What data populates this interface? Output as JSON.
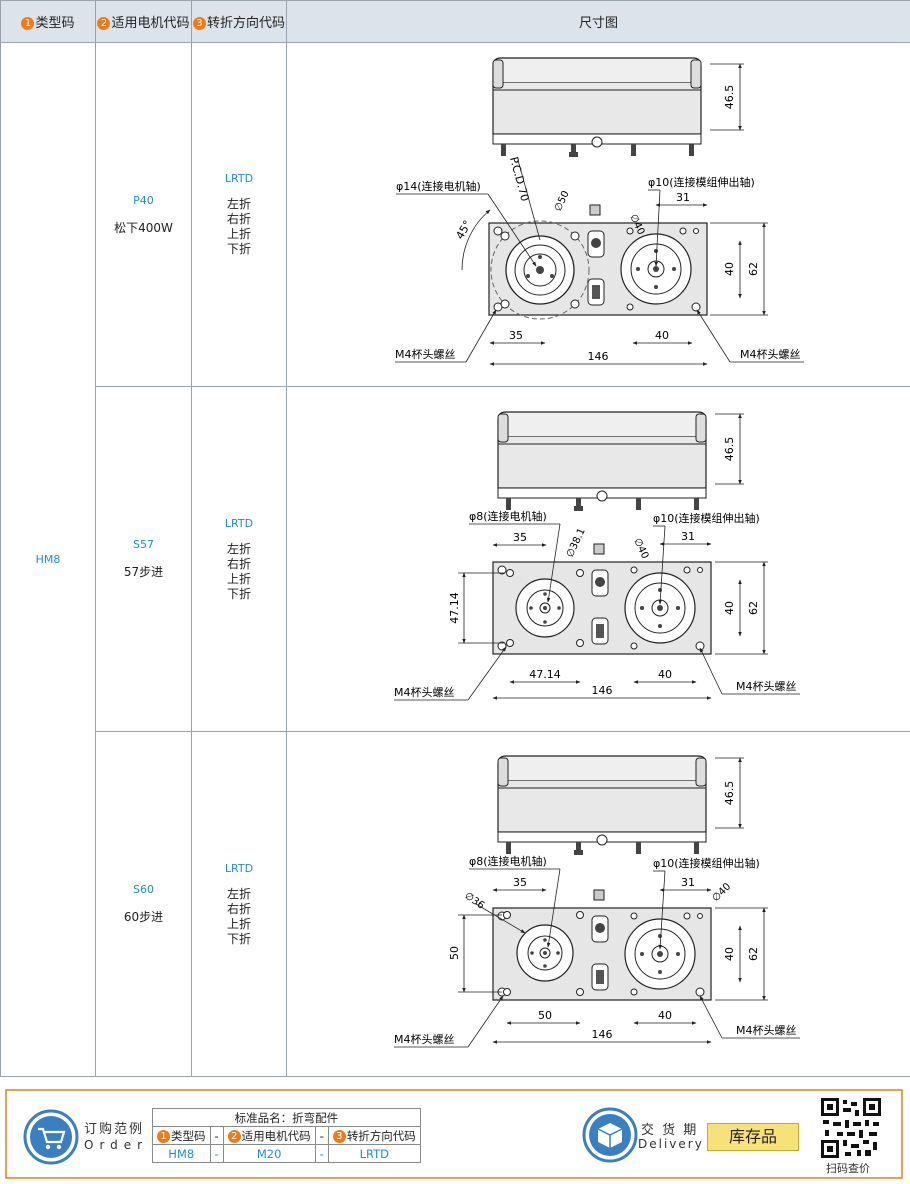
{
  "headers": {
    "type_code": {
      "num": "1",
      "label": "类型码"
    },
    "motor_code": {
      "num": "2",
      "label": "适用电机代码"
    },
    "fold_code": {
      "num": "3",
      "label": "转折方向代码"
    },
    "drawing": "尺寸图"
  },
  "type_value": "HM8",
  "rows": [
    {
      "motor_code": "P40",
      "motor_desc": "松下400W",
      "fold_code": "LRTD",
      "fold_dirs": [
        "左折",
        "右折",
        "上折",
        "下折"
      ]
    },
    {
      "motor_code": "S57",
      "motor_desc": "57步进",
      "fold_code": "LRTD",
      "fold_dirs": [
        "左折",
        "右折",
        "上折",
        "下折"
      ]
    },
    {
      "motor_code": "S60",
      "motor_desc": "60步进",
      "fold_code": "LRTD",
      "fold_dirs": [
        "左折",
        "右折",
        "上折",
        "下折"
      ]
    }
  ],
  "drawings": [
    {
      "height_dim": "46.5",
      "left_shaft": "φ14(连接电机轴)",
      "right_shaft": "φ10(连接模组伸出轴)",
      "pcd": "P.C.D.70",
      "left_dia": "∅50",
      "right_dia": "∅40",
      "angle": "45°",
      "right_offset": "31",
      "right_vert": "40",
      "total_height": "62",
      "left_offset": "35",
      "right_horiz": "40",
      "total_width": "146",
      "screw_left": "M4杯头螺丝",
      "screw_right": "M4杯头螺丝"
    },
    {
      "height_dim": "46.5",
      "left_shaft": "φ8(连接电机轴)",
      "right_shaft": "φ10(连接模组伸出轴)",
      "left_top": "35",
      "left_dia": "∅38.1",
      "right_dia": "∅40",
      "right_offset": "31",
      "left_vert": "47.14",
      "right_vert": "40",
      "total_height": "62",
      "left_horiz": "47.14",
      "right_horiz": "40",
      "total_width": "146",
      "screw_left": "M4杯头螺丝",
      "screw_right": "M4杯头螺丝"
    },
    {
      "height_dim": "46.5",
      "left_shaft": "φ8(连接电机轴)",
      "right_shaft": "φ10(连接模组伸出轴)",
      "left_top": "35",
      "left_dia": "∅36",
      "right_dia": "∅40",
      "right_offset": "31",
      "left_vert": "50",
      "right_vert": "40",
      "total_height": "62",
      "left_horiz": "50",
      "right_horiz": "40",
      "total_width": "146",
      "screw_left": "M4杯头螺丝",
      "screw_right": "M4杯头螺丝"
    }
  ],
  "footer": {
    "order_cn": "订购范例",
    "order_en": "Order",
    "std_name": "标准品名：折弯配件",
    "col1": {
      "num": "1",
      "label": "类型码"
    },
    "col2": {
      "num": "2",
      "label": "适用电机代码"
    },
    "col3": {
      "num": "3",
      "label": "转折方向代码"
    },
    "dash": "-",
    "v1": "HM8",
    "v2": "M20",
    "v3": "LRTD",
    "delivery_cn": "交 货 期",
    "delivery_en": "Delivery",
    "stock": "库存品",
    "scan": "扫码查价"
  },
  "colors": {
    "accent": "#f07a1a",
    "blue": "#1e8fd0",
    "header_bg": "#dde3ea",
    "stock_bg": "#f7e27a",
    "icon_blue": "#3a7fbf"
  }
}
